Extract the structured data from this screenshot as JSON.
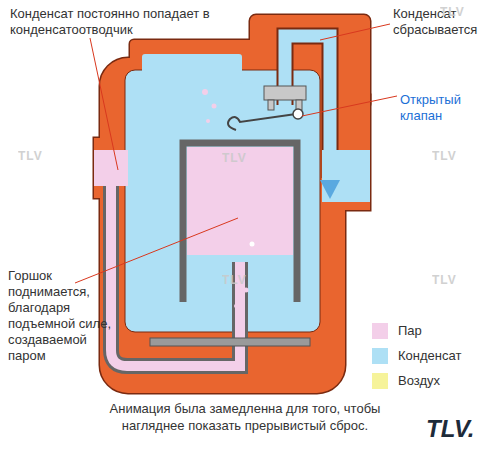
{
  "diagram": {
    "caption": "Анимация была замедленна для того, чтобы нагляднее показать прерывистый сброс.",
    "labels": [
      "Конденсат постоянно попадает в конденсатоотводчик",
      "Конденсат сбрасывается",
      "Открытый клапан",
      "Горшок поднимается, благодаря подъемной силе, создаваемой паром",
      "TLV",
      "TLV",
      "TLV",
      "TLV",
      "TLV",
      "TLV",
      "TLV."
    ],
    "legend": [
      {
        "text": "Пар",
        "color": "#f3cfe9"
      },
      {
        "text": "Конденсат",
        "color": "#aee0f5"
      },
      {
        "text": "Воздух",
        "color": "#f6f39a"
      }
    ]
  }
}
